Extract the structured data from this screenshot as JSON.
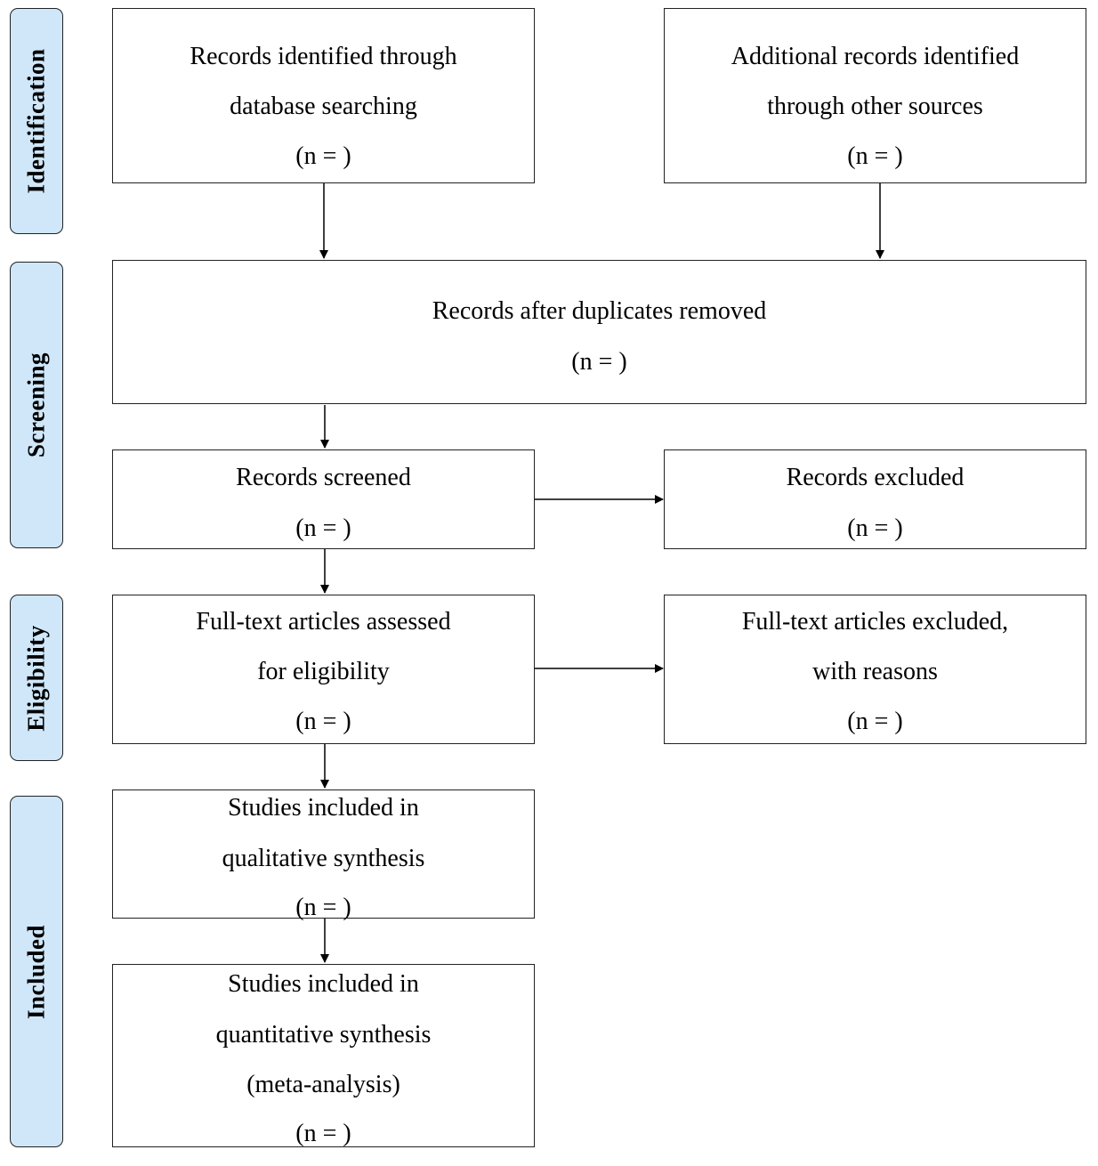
{
  "stages": {
    "identification": "Identification",
    "screening": "Screening",
    "eligibility": "Eligibility",
    "included": "Included"
  },
  "boxes": {
    "database_search": {
      "lines": [
        "Records identified through",
        "database searching",
        "(n = )"
      ]
    },
    "other_sources": {
      "lines": [
        "Additional records identified",
        "through other sources",
        "(n = )"
      ]
    },
    "duplicates_removed": {
      "lines": [
        "Records after duplicates removed",
        "(n = )"
      ]
    },
    "records_screened": {
      "lines": [
        "Records screened",
        "(n = )"
      ]
    },
    "records_excluded": {
      "lines": [
        "Records excluded",
        "(n = )"
      ]
    },
    "fulltext_assessed": {
      "lines": [
        "Full-text articles assessed",
        "for eligibility",
        "(n = )"
      ]
    },
    "fulltext_excluded": {
      "lines": [
        "Full-text articles excluded,",
        "with reasons",
        "(n = )"
      ]
    },
    "qualitative": {
      "lines": [
        "Studies included in",
        "qualitative synthesis",
        "(n = )"
      ]
    },
    "quantitative": {
      "lines": [
        "Studies included in",
        "quantitative synthesis",
        "(meta-analysis)",
        "(n = )"
      ]
    }
  }
}
